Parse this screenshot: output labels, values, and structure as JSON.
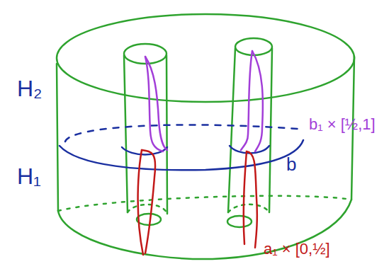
{
  "diagram": {
    "labels": [
      "H₂",
      "H₁",
      "b₁ × [½,1]",
      "b",
      "a₁ × [0,½]"
    ]
  }
}
